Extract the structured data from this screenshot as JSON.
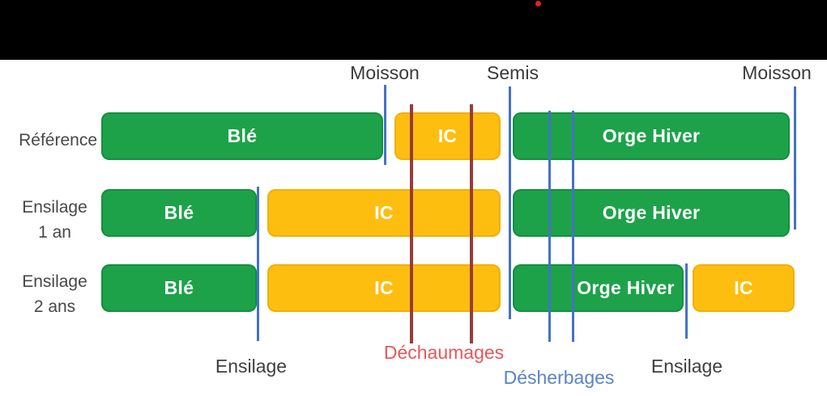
{
  "colors": {
    "bar_green": "#1da24a",
    "bar_yellow": "#febe10",
    "marker_line_blue": "#4472c4",
    "dechaumage_line_darkred": "#9a3b38",
    "label_red": "#e85658",
    "label_blue": "#5b84c4",
    "label_gray": "#3f3f3f",
    "letterbox_black": "#000000",
    "pointer_dot_red": "#e02020"
  },
  "top_markers": [
    {
      "label": "Moisson"
    },
    {
      "label": "Semis"
    },
    {
      "label": "Moisson"
    }
  ],
  "rows": [
    {
      "label_lines": [
        "Référence"
      ],
      "bars": [
        {
          "label": "Blé",
          "color": "green"
        },
        {
          "label": "IC",
          "color": "yellow"
        },
        {
          "label": "Orge Hiver",
          "color": "green"
        }
      ]
    },
    {
      "label_lines": [
        "Ensilage",
        "1 an"
      ],
      "bars": [
        {
          "label": "Blé",
          "color": "green"
        },
        {
          "label": "IC",
          "color": "yellow"
        },
        {
          "label": "Orge Hiver",
          "color": "green"
        }
      ]
    },
    {
      "label_lines": [
        "Ensilage",
        "2 ans"
      ],
      "bars": [
        {
          "label": "Blé",
          "color": "green"
        },
        {
          "label": "IC",
          "color": "yellow"
        },
        {
          "label": "Orge Hiver",
          "color": "green"
        },
        {
          "label": "IC",
          "color": "yellow"
        }
      ]
    }
  ],
  "bottom_markers": [
    {
      "label": "Ensilage",
      "color": "gray"
    },
    {
      "label": "Déchaumages",
      "color": "red"
    },
    {
      "label": "Désherbages",
      "color": "blue"
    },
    {
      "label": "Ensilage",
      "color": "gray"
    }
  ]
}
